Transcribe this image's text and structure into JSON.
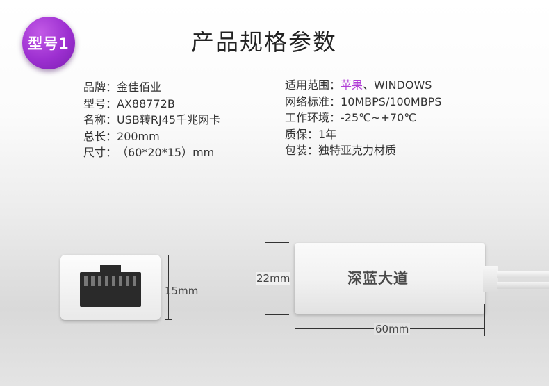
{
  "badge": "型号1",
  "title": "产品规格参数",
  "specs_left": [
    {
      "label": "品牌：",
      "value": "金佳佰业"
    },
    {
      "label": "型号：",
      "value": "AX88772B"
    },
    {
      "label": "名称：",
      "value": "USB转RJ45千兆网卡"
    },
    {
      "label": "总长：",
      "value": "200mm"
    },
    {
      "label": "尺寸：",
      "value": "（60*20*15）mm"
    }
  ],
  "specs_right": [
    {
      "label": "适用范围：",
      "value_hl": "苹果",
      "value": "、WINDOWS"
    },
    {
      "label": "网络标准：",
      "value": "10MBPS/100MBPS"
    },
    {
      "label": "工作环境：",
      "value": "-25℃~+70℃"
    },
    {
      "label": "质保：",
      "value": "1年"
    },
    {
      "label": "包装：",
      "value": "独特亚克力材质"
    }
  ],
  "dims": {
    "rj_height": "15mm",
    "device_height": "22mm",
    "device_length": "60mm"
  },
  "device_brand": "深蓝大道",
  "colors": {
    "accent": "#9c2fd0",
    "highlight": "#b03bd6"
  }
}
